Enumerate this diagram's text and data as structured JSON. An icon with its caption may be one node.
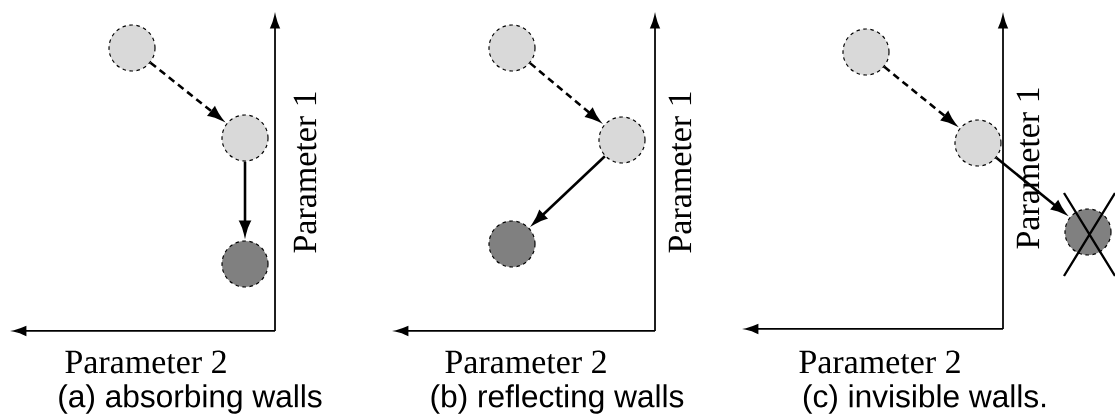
{
  "diagram": {
    "nodes": [
      {
        "text": [],
        "shape": "circle"
      },
      {
        "text": [],
        "shape": "circle"
      },
      {
        "text": [],
        "shape": "circle"
      },
      {
        "text": [],
        "shape": "circle"
      },
      {
        "text": [],
        "shape": "circle"
      },
      {
        "text": [],
        "shape": "circle"
      },
      {
        "text": [],
        "shape": "circle"
      },
      {
        "text": [],
        "shape": "circle"
      },
      {
        "text": [],
        "shape": "circle"
      }
    ],
    "edges": [
      {
        "from": 0,
        "to": 1,
        "arrow": "to",
        "style": "dashed"
      },
      {
        "from": 1,
        "to": 2,
        "arrow": "to"
      },
      {
        "from": 3,
        "to": 4,
        "arrow": "to",
        "style": "dashed"
      },
      {
        "from": 4,
        "to": 5,
        "arrow": "to"
      },
      {
        "from": 6,
        "to": 7,
        "arrow": "to",
        "style": "dashed"
      },
      {
        "from": 7,
        "to": 8,
        "arrow": "to"
      }
    ],
    "labels": [
      "Parameter 1",
      "Parameter 2",
      "(a) absorbing walls",
      "Parameter 1",
      "Parameter 2",
      "(b) reflecting walls",
      "Parameter 1",
      "Parameter 2",
      "(c) invisible walls."
    ]
  }
}
